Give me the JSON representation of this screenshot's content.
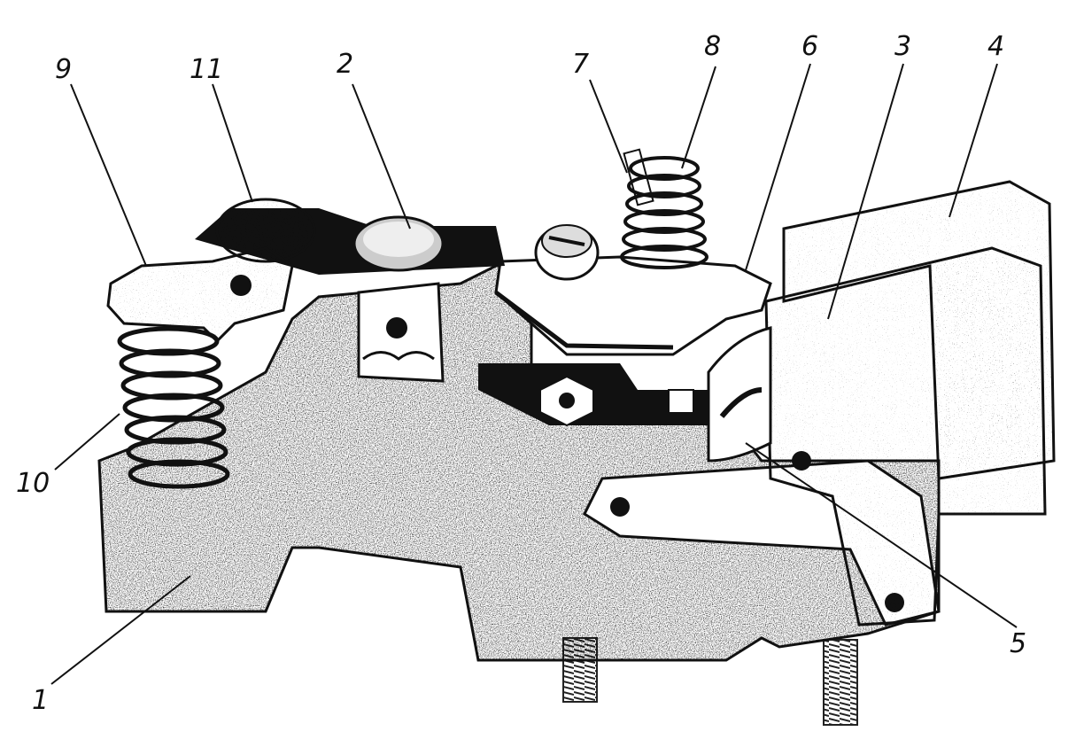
{
  "figure": {
    "callouts": [
      {
        "id": "c1",
        "text": "1"
      },
      {
        "id": "c2",
        "text": "2"
      },
      {
        "id": "c3",
        "text": "3"
      },
      {
        "id": "c4",
        "text": "4"
      },
      {
        "id": "c5",
        "text": "5"
      },
      {
        "id": "c6",
        "text": "6"
      },
      {
        "id": "c7",
        "text": "7"
      },
      {
        "id": "c8",
        "text": "8"
      },
      {
        "id": "c9",
        "text": "9"
      },
      {
        "id": "c10",
        "text": "10"
      },
      {
        "id": "c11",
        "text": "11"
      }
    ]
  }
}
